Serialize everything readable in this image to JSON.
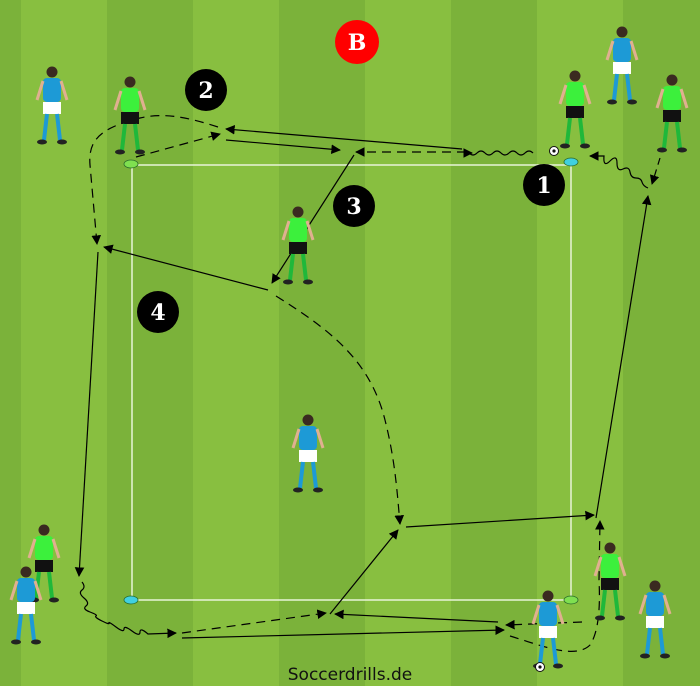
{
  "diagram": {
    "variant_label": "B",
    "step_labels": [
      "1",
      "2",
      "3",
      "4"
    ],
    "credit": "Soccerdrills.de",
    "colors": {
      "grass_light": "#88bf40",
      "grass_dark": "#7bb23a",
      "team_blue": "#1d9ad6",
      "team_green": "#3cf03c",
      "variant_badge": "#ff0000",
      "step_badge": "#000000",
      "cone_green": "#7fe050",
      "cone_cyan": "#40d0e0"
    }
  }
}
